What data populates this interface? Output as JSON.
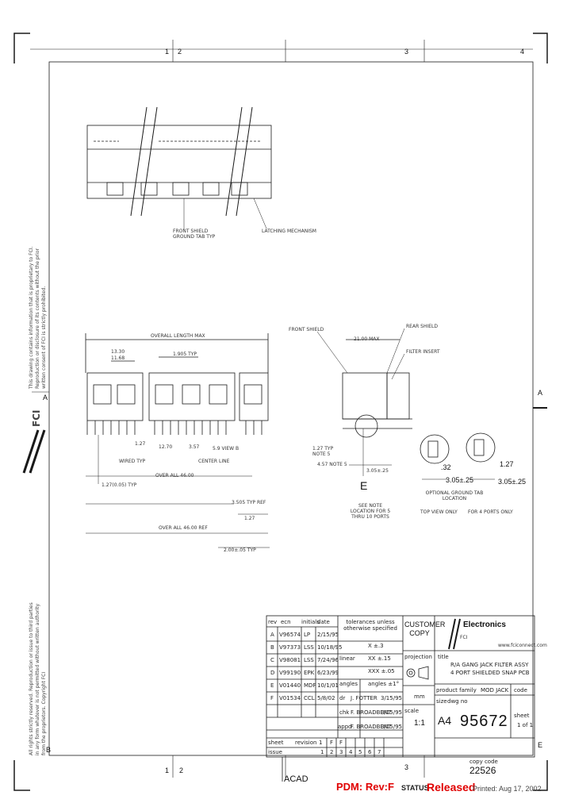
{
  "border": {
    "zone_numbers_top": [
      "1",
      "2",
      "3",
      "4"
    ],
    "zone_numbers_bottom": [
      "1",
      "2",
      "3"
    ],
    "zone_letters_right": [
      "A",
      "E"
    ],
    "zone_letters_left": [
      "A",
      "B"
    ]
  },
  "side_notice": {
    "lines": [
      "This drawing contains information that is proprietary to FCI.",
      "Reproduction or disclosure of its contents without the prior",
      "written consent of FCI is strictly prohibited.",
      "All rights strictly reserved. Reproduction or issue to third parties",
      "in any form whatever is not permitted without written authority",
      "from the proprietors. Copyright FCI"
    ],
    "logo_text": "FCI"
  },
  "annotations": {
    "top_view": [
      "FRONT SHIELD GROUND TAB TYP",
      "LATCHING MECHANISM"
    ],
    "front_view": [
      "OVERALL LENGTH MAX",
      "1.905 TYP",
      "13.30",
      "11.68",
      "1.27",
      "12.70",
      "3.57",
      "5.9 VIEW B",
      "WIRED TYP",
      "CENTER LINE",
      "1.27(0.05) TYP",
      "OVER ALL 46.00",
      "3.505 TYP REF",
      "1.27",
      "OVER ALL 46.00 REF",
      "2.00±.05 TYP"
    ],
    "side_view": [
      "FRONT SHIELD",
      "REAR SHIELD",
      "21.00 MAX",
      "FILTER INSERT",
      "1.27 TYP NOTE 5",
      "4.57 NOTE 5",
      "3.05±.25",
      "E",
      "SEE NOTE LOCATION FOR 5 THRU 10 PORTS"
    ],
    "detail_views": [
      ".32",
      "1.27",
      "3.05±.25",
      "3.05±.25",
      "OPTIONAL GROUND TAB LOCATION",
      "TOP VIEW ONLY",
      "FOR 4 PORTS ONLY"
    ]
  },
  "title_block": {
    "revision_header": [
      "rev",
      "ecn",
      "initials",
      "date"
    ],
    "revision_rows": [
      {
        "rev": "A",
        "ecn": "V96574",
        "init": "LP",
        "date": "2/15/95"
      },
      {
        "rev": "B",
        "ecn": "V97373",
        "init": "LSS",
        "date": "10/18/95"
      },
      {
        "rev": "C",
        "ecn": "V98081",
        "init": "LSS",
        "date": "7/24/96"
      },
      {
        "rev": "D",
        "ecn": "V99190",
        "init": "EPK",
        "date": "6/23/99"
      },
      {
        "rev": "E",
        "ecn": "V01440",
        "init": "MDF",
        "date": "10/1/01"
      },
      {
        "rev": "F",
        "ecn": "V01534",
        "init": "CCL",
        "date": "5/8/02"
      }
    ],
    "tolerances_header": "tolerances unless otherwise specified",
    "tolerances": [
      "X ±.3",
      "XX ±.15",
      "XXX ±.05",
      "angles ±1°"
    ],
    "tolerance_labels": [
      "linear",
      "angles"
    ],
    "customer_copy": "CUSTOMER COPY",
    "brand_name": "Electronics",
    "brand_sub": "FCI",
    "brand_url": "www.fciconnect.com",
    "signature_rows": [
      {
        "role": "dr",
        "name": "J. FOTTER",
        "date": "3/15/95"
      },
      {
        "role": "chk",
        "name": "F. BROADBENT",
        "date": "3/15/95"
      },
      {
        "role": "appd",
        "name": "F. BROADBENT",
        "date": "3/15/95"
      }
    ],
    "projection_label": "projection",
    "title_label": "title",
    "title_lines": [
      "R/A GANG JACK FILTER ASSY",
      "4 PORT SHIELDED SNAP PCB"
    ],
    "product_family_label": "product family",
    "product_family": "MOD JACK",
    "code_label": "code",
    "units_label": "mm",
    "scale_label": "scale",
    "scale": "1:1",
    "size_label": "size",
    "size": "A4",
    "drawing_number_label": "dwg no",
    "drawing_number": "95672",
    "sheet_label": "sheet",
    "sheet": "1 of 1",
    "sheet_status_header": [
      "sheet",
      "revision"
    ],
    "sheet_status_values": [
      "1",
      "F",
      "F"
    ],
    "issue_label": "issue",
    "issue_values": [
      "1",
      "2",
      "3",
      "4",
      "5",
      "6",
      "7"
    ],
    "copy_code_label": "copy code",
    "copy_code": "22526",
    "cad_label": "ACAD"
  },
  "footer": {
    "pdm_label": "PDM: Rev:F",
    "status_label": "STATUS",
    "status_value": "Released",
    "printed": "Printed: Aug 17, 2002"
  },
  "colors": {
    "line": "#1a1a1a",
    "pdm_red": "#e00000",
    "printed_gray": "#444444"
  }
}
